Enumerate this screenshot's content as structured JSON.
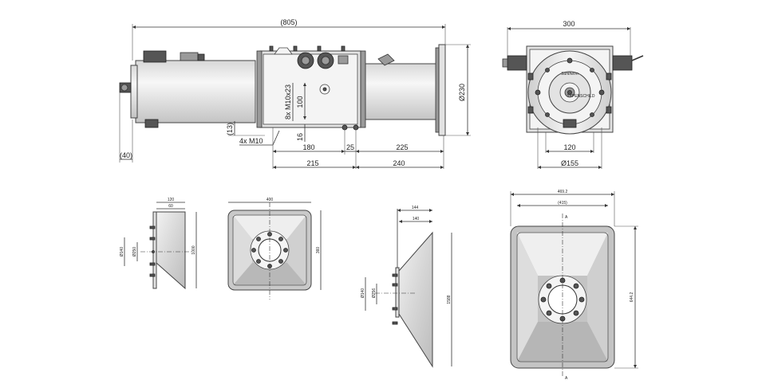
{
  "top_side_view": {
    "dims": {
      "overall_length": "(805)",
      "left_offset": "(40)",
      "diameter_230": "Ø230",
      "vertical_100": "100",
      "holes": "8x M10x23",
      "dim_16": "16",
      "dim_13": "(13)",
      "thread": "4x M10",
      "dim_180": "180",
      "dim_25": "25",
      "dim_225": "225",
      "dim_215": "215",
      "dim_240": "240"
    }
  },
  "top_front_view": {
    "dims": {
      "width_300": "300",
      "dim_120": "120",
      "diameter_155": "Ø155"
    },
    "logo_text": "Suntherm",
    "plate_text": "TYPENSCHILD"
  },
  "small_hopper_side": {
    "dims": {
      "top_a": "120",
      "top_b": "60",
      "d1": "Ø140",
      "d2": "Ø250",
      "height": "1000"
    }
  },
  "small_hopper_top": {
    "dims": {
      "width": "400",
      "height": "360"
    }
  },
  "large_hopper_side": {
    "dims": {
      "dim_144": "144",
      "dim_140": "140",
      "d1": "Ø140",
      "d2": "Ø256",
      "height": "1588"
    }
  },
  "large_hopper_top": {
    "dims": {
      "width": "469.2",
      "inner": "(415)",
      "height": "644.2",
      "section_top": "A",
      "section_bottom": "A"
    }
  }
}
